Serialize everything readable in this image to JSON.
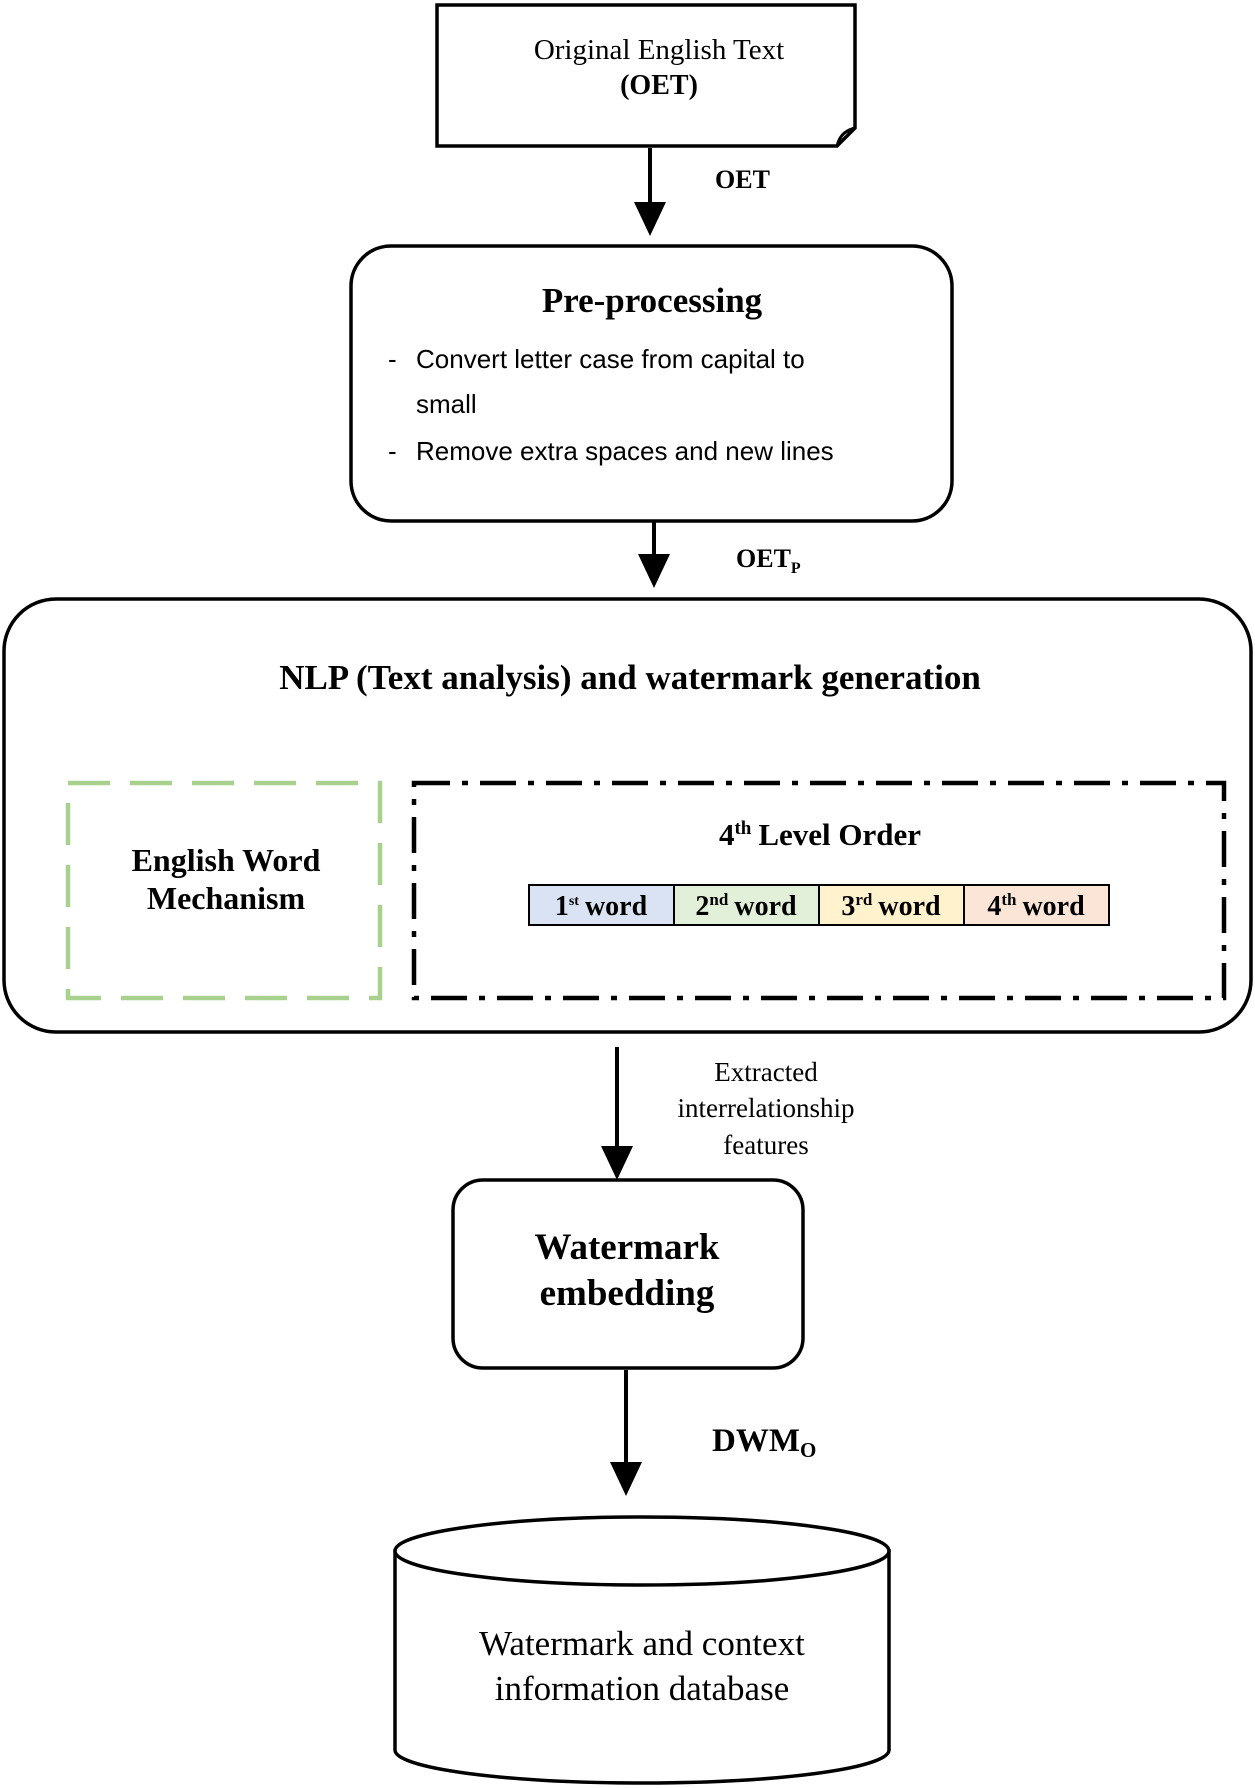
{
  "diagram": {
    "input_document": {
      "line1": "Original English Text",
      "line2": "(OET)"
    },
    "edge_oet": {
      "label": "OET"
    },
    "preprocessing": {
      "title": "Pre-processing",
      "bullets": [
        {
          "marker": "-",
          "lines": [
            "Convert letter case from capital to",
            "small"
          ]
        },
        {
          "marker": "-",
          "lines": [
            "Remove extra spaces and new lines"
          ]
        }
      ]
    },
    "edge_oetp": {
      "label": "OET",
      "subscript": "P"
    },
    "nlp": {
      "title": "NLP (Text analysis) and watermark generation",
      "english_word_mechanism": {
        "lines": [
          "English Word",
          "Mechanism"
        ]
      },
      "level_order": {
        "title": {
          "number": "4",
          "superscript": "th",
          "text": "Level Order"
        },
        "words": [
          {
            "number": "1",
            "superscript": "st",
            "text": "word",
            "color": "#dae3f3"
          },
          {
            "number": "2",
            "superscript": "nd",
            "text": "word",
            "color": "#e2f0d9"
          },
          {
            "number": "3",
            "superscript": "rd",
            "text": "word",
            "color": "#fff2cc"
          },
          {
            "number": "4",
            "superscript": "th",
            "text": "word",
            "color": "#fbe5d6"
          }
        ]
      }
    },
    "edge_features": {
      "lines": [
        "Extracted",
        "interrelationship",
        "features"
      ]
    },
    "embedding": {
      "lines": [
        "Watermark",
        "embedding"
      ]
    },
    "edge_dwm": {
      "label": "DWM",
      "subscript": "O"
    },
    "database": {
      "lines": [
        "Watermark and context",
        "information database"
      ]
    }
  },
  "colors": {
    "stroke": "#000000",
    "mechanism_border": "#a9d18e",
    "background": "#ffffff"
  }
}
